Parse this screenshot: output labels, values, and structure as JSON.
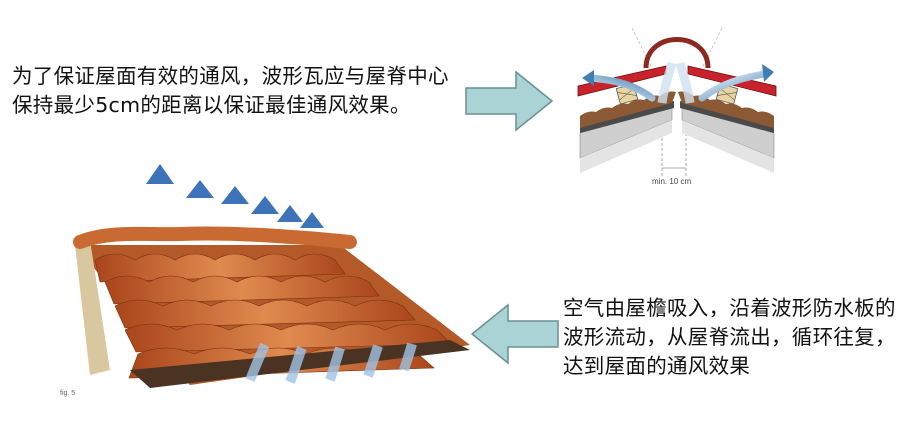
{
  "caption_top": "为了保证屋面有效的通风，波形瓦应与屋脊中心保持最少5cm的距离以保证最佳通风效果。",
  "caption_bottom": "空气由屋檐吸入，沿着波形防水板的波形流动，从屋脊流出，循环往复，达到屋面的通风效果",
  "ridge_label": "min. 10 cm",
  "fig_label": "fig. 5",
  "colors": {
    "arrow_fill": "#a9d3d4",
    "arrow_stroke": "#6b8f93",
    "tile": "#c9692e",
    "tile_dark": "#8c3b16",
    "ridge_red": "#c8232a"
  }
}
